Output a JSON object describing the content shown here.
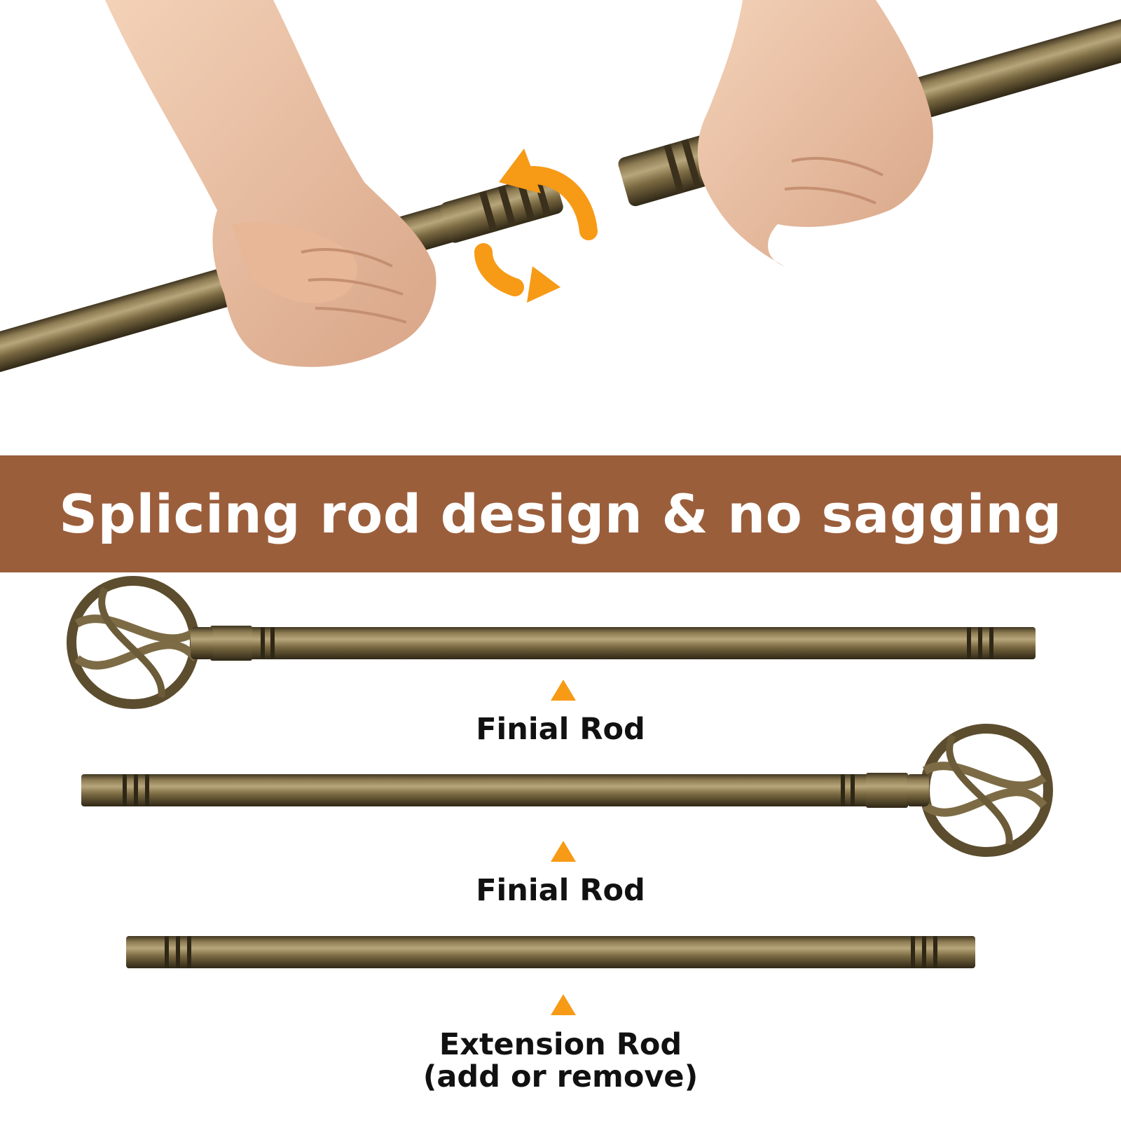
{
  "banner": {
    "title": "Splicing rod design & no sagging",
    "color": "#9b5e3b"
  },
  "labels": {
    "rod_1": "Finial Rod",
    "rod_2": "Finial Rod",
    "rod_3_line_1": "Extension Rod",
    "rod_3_line_2": "(add or remove)"
  },
  "colors": {
    "accent_arrow": "#f79a16",
    "rod_bronze": "#7d6b45",
    "skin": "#efc6a8"
  },
  "icons": {
    "rotate": "rotate-arrows-icon",
    "pointer": "triangle-up-icon"
  }
}
